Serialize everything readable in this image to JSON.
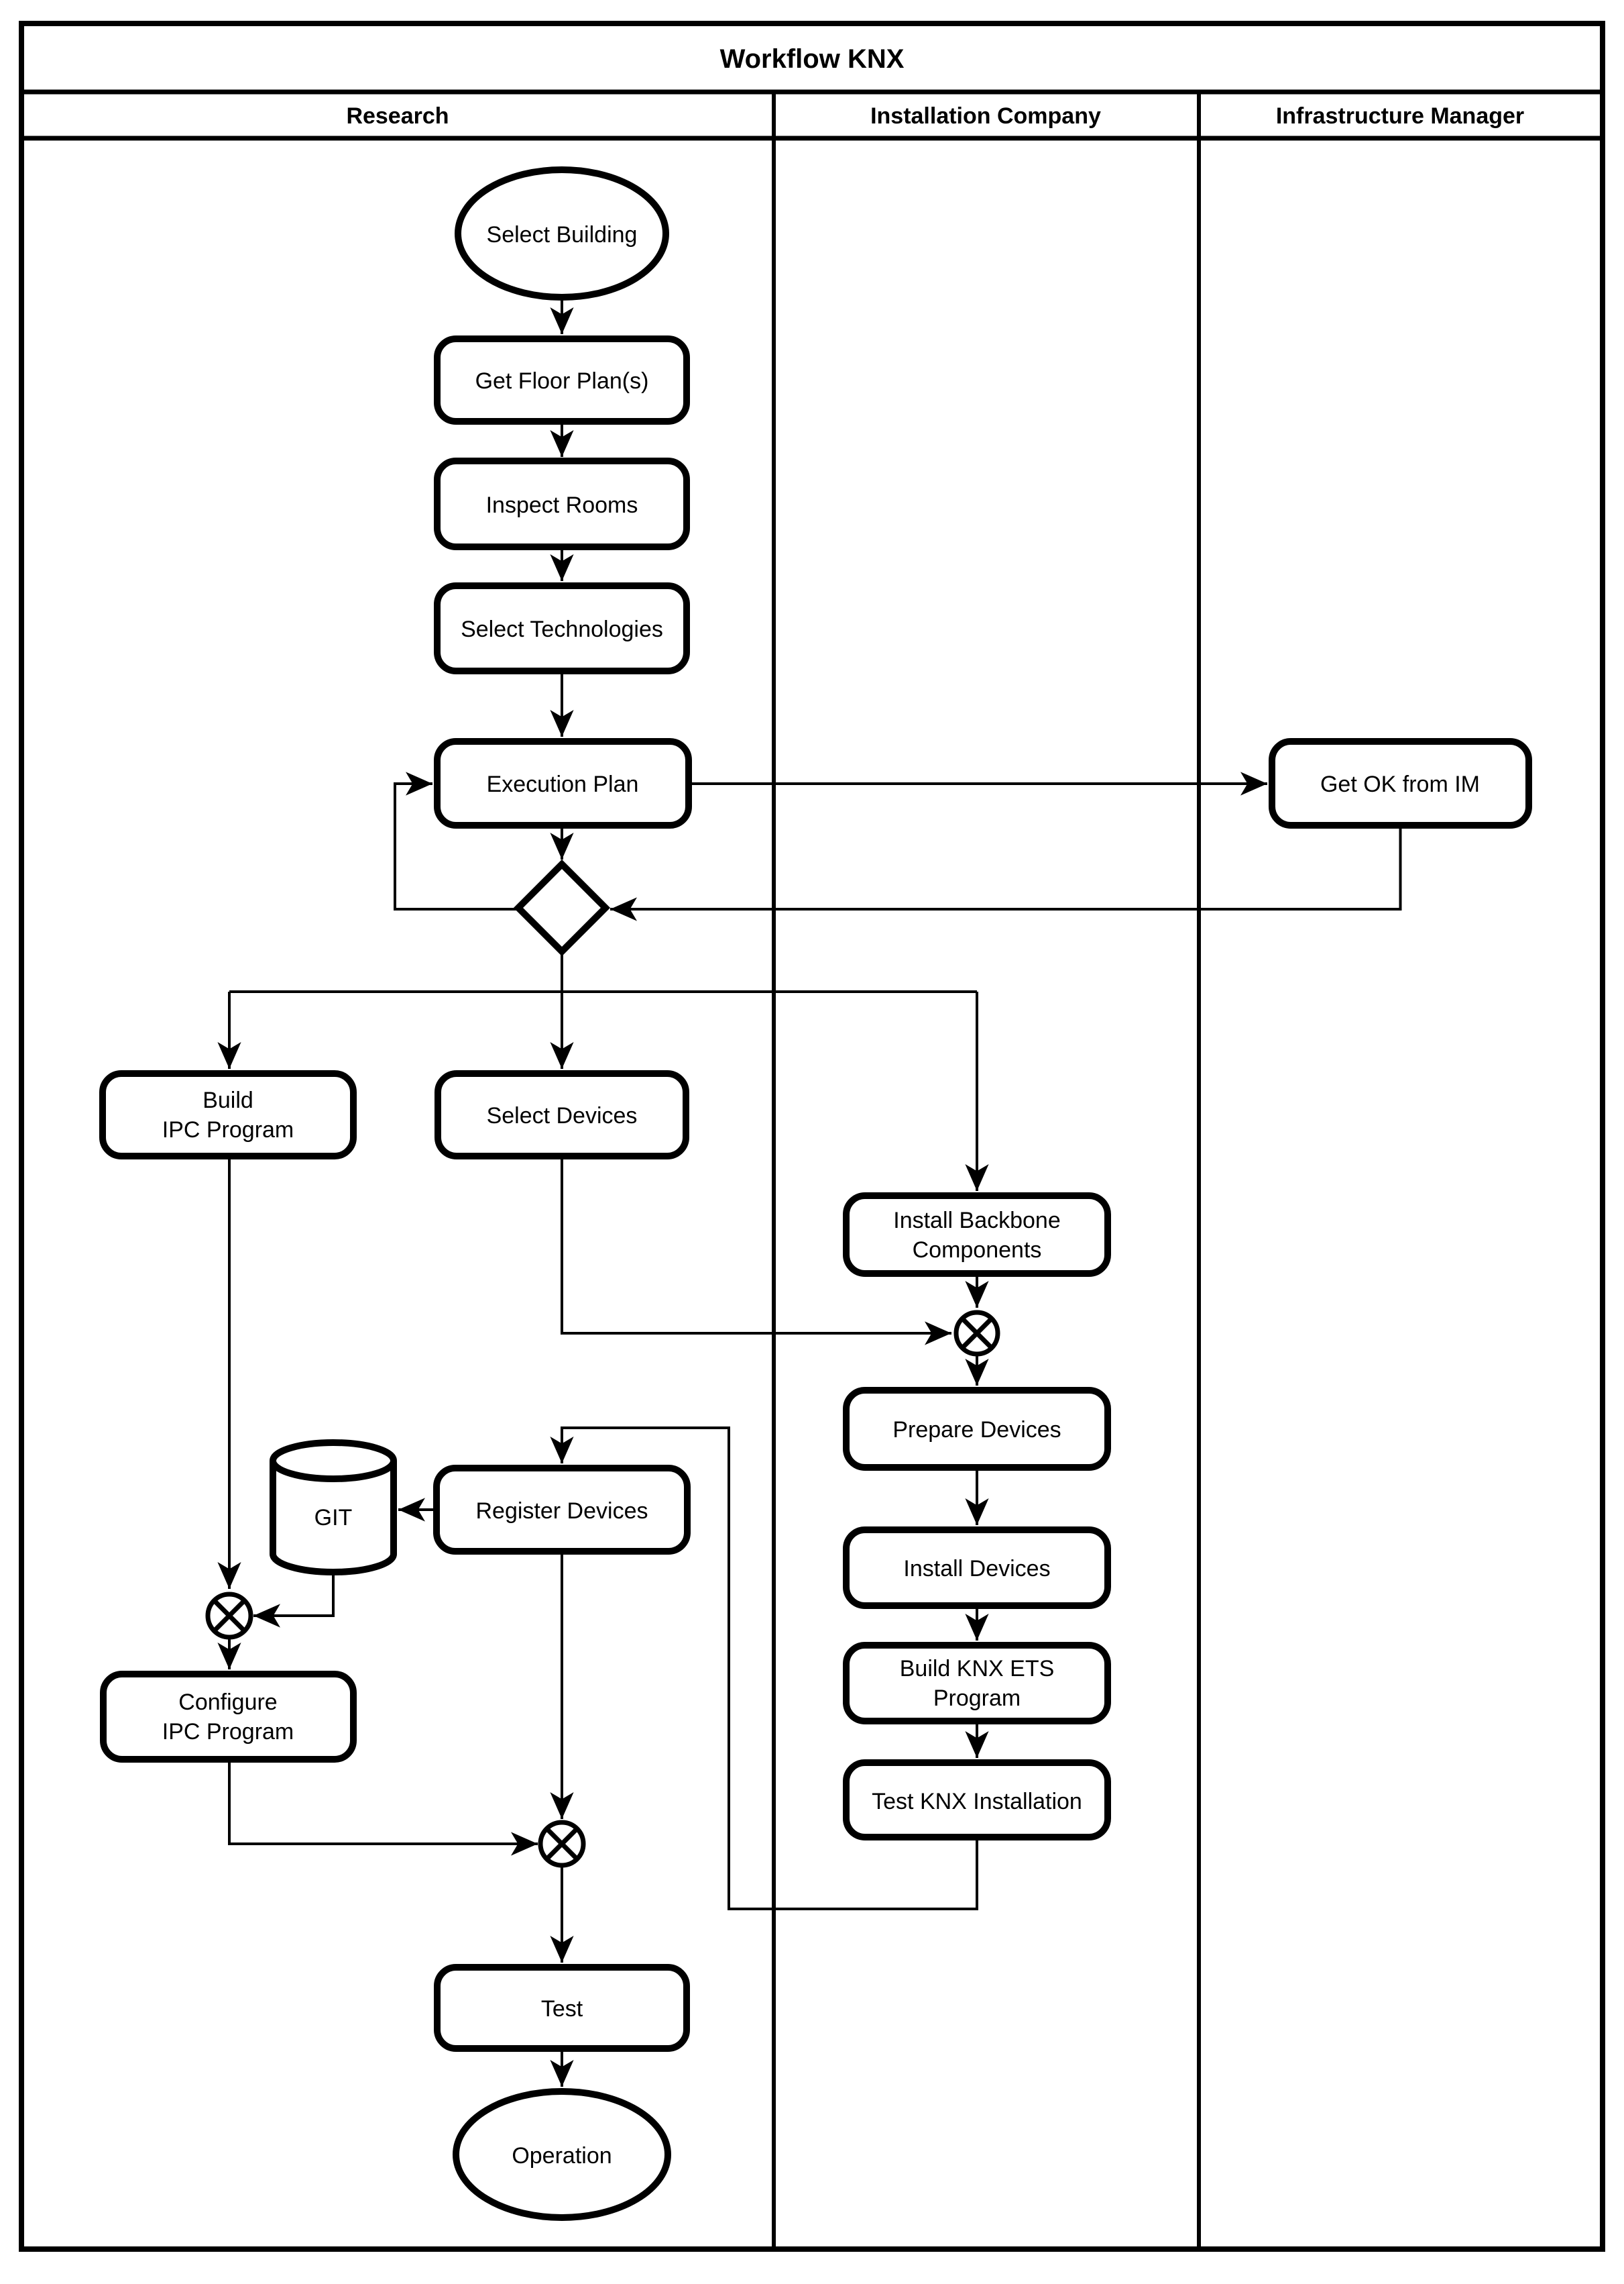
{
  "title": "Workflow KNX",
  "lanes": [
    {
      "label": "Research"
    },
    {
      "label": "Installation Company"
    },
    {
      "label": "Infrastructure Manager"
    }
  ],
  "nodes": {
    "select_building": {
      "label": "Select Building",
      "shape": "ellipse"
    },
    "get_floor_plans": {
      "label": "Get Floor Plan(s)",
      "shape": "rounded-rect"
    },
    "inspect_rooms": {
      "label": "Inspect Rooms",
      "shape": "rounded-rect"
    },
    "select_technologies": {
      "label": "Select Technologies",
      "shape": "rounded-rect"
    },
    "execution_plan": {
      "label": "Execution Plan",
      "shape": "rounded-rect"
    },
    "get_ok_from_im": {
      "label": "Get OK from IM",
      "shape": "rounded-rect"
    },
    "decision": {
      "label": "",
      "shape": "diamond"
    },
    "build_ipc_program": {
      "line1": "Build",
      "line2": "IPC Program",
      "shape": "rounded-rect"
    },
    "select_devices": {
      "label": "Select Devices",
      "shape": "rounded-rect"
    },
    "install_backbone": {
      "line1": "Install Backbone",
      "line2": "Components",
      "shape": "rounded-rect"
    },
    "prepare_devices": {
      "label": "Prepare Devices",
      "shape": "rounded-rect"
    },
    "install_devices": {
      "label": "Install Devices",
      "shape": "rounded-rect"
    },
    "build_knx_ets": {
      "line1": "Build KNX ETS",
      "line2": "Program",
      "shape": "rounded-rect"
    },
    "test_knx_installation": {
      "label": "Test KNX Installation",
      "shape": "rounded-rect"
    },
    "git_store": {
      "label": "GIT",
      "shape": "cylinder"
    },
    "register_devices": {
      "label": "Register Devices",
      "shape": "rounded-rect"
    },
    "configure_ipc": {
      "line1": "Configure",
      "line2": "IPC Program",
      "shape": "rounded-rect"
    },
    "test": {
      "label": "Test",
      "shape": "rounded-rect"
    },
    "operation": {
      "label": "Operation",
      "shape": "ellipse"
    }
  },
  "colors": {
    "ink": "#000000",
    "paper": "#ffffff"
  }
}
